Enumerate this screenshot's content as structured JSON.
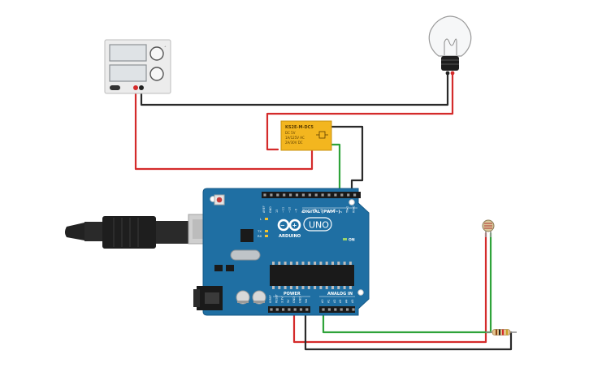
{
  "relay": {
    "model": "KS2E-M-DC5",
    "line1": "DC 5V",
    "line2": "1A/125V AC",
    "line3": "2A/30V DC"
  },
  "arduino": {
    "brand": "ARDUINO",
    "model": "UNO",
    "digital_label": "DIGITAL (PWM~)",
    "power_label": "POWER",
    "analog_label": "ANALOG IN",
    "on_label": "ON",
    "l_label": "L",
    "tx_label": "TX",
    "rx_label": "RX",
    "digital_pins": [
      "AREF",
      "GND",
      "13",
      "~11",
      "~10",
      "~9",
      "8",
      "7",
      "~6",
      "~5",
      "4",
      "~3",
      "2",
      "TX▸1",
      "RX◂0"
    ],
    "power_pins": [
      "IOREF",
      "RESET",
      "3.3V",
      "5V",
      "GND",
      "GND",
      "Vin"
    ],
    "analog_pins": [
      "A0",
      "A1",
      "A2",
      "A3",
      "A4",
      "A5"
    ]
  },
  "wire_colors": {
    "red": "#d42b2b",
    "black": "#2a2a2a",
    "green": "#2fa33a"
  },
  "colors": {
    "board": "#1f6fa3",
    "relay": "#f3b61f",
    "supply": "#e9e9e9"
  }
}
